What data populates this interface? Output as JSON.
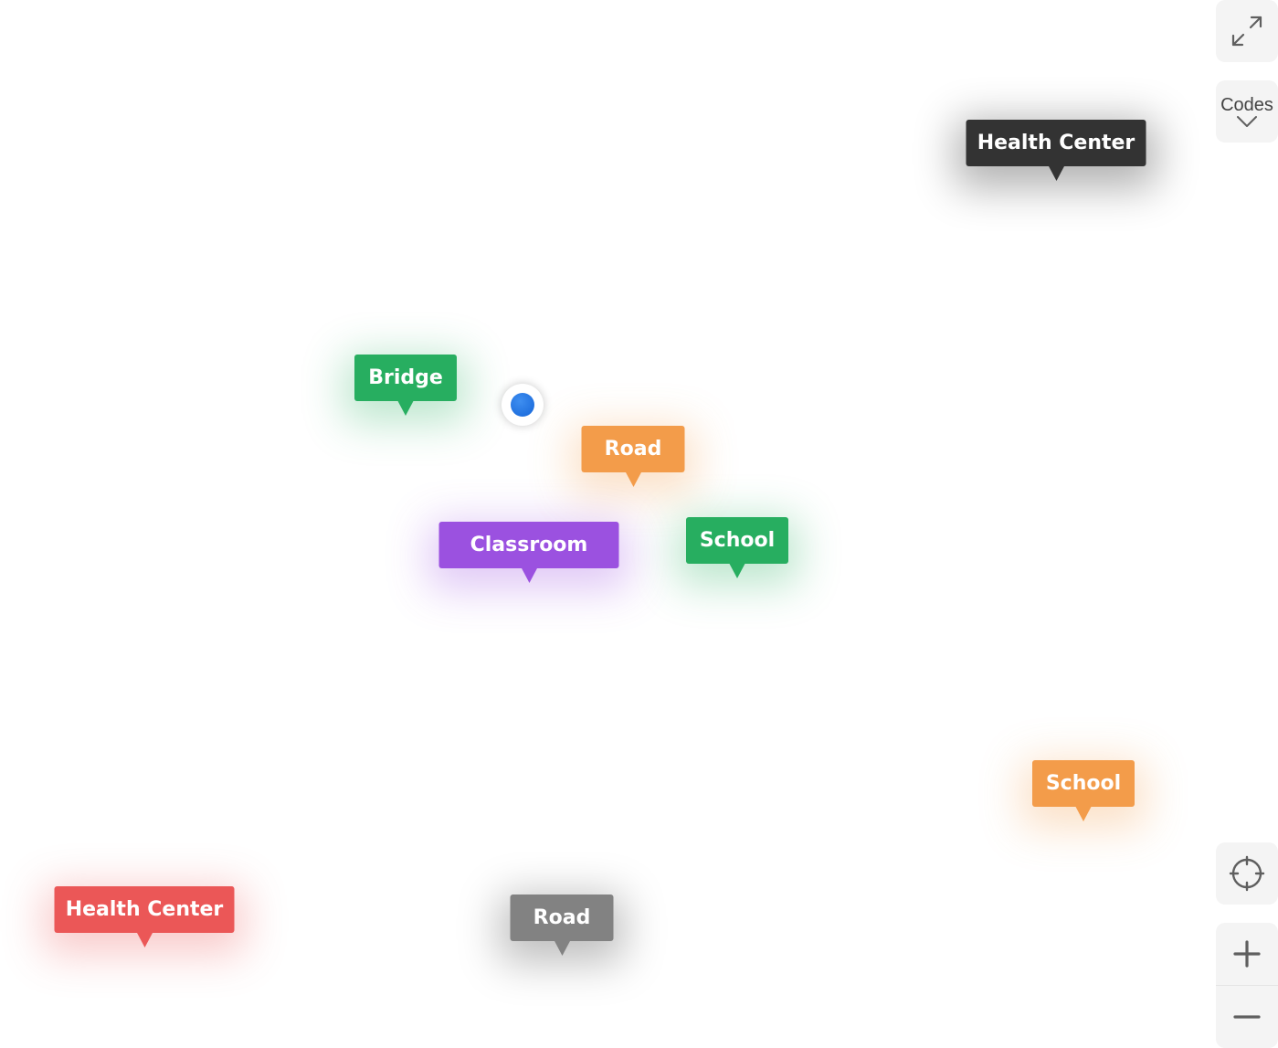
{
  "map": {
    "markers": [
      {
        "label": "Health Center",
        "color": "#333333"
      },
      {
        "label": "Bridge",
        "color": "#27ae60"
      },
      {
        "label": "Road",
        "color": "#f39c4a"
      },
      {
        "label": "Classroom",
        "color": "#9b51e0"
      },
      {
        "label": "School",
        "color": "#27ae60"
      },
      {
        "label": "School",
        "color": "#f39c4a"
      },
      {
        "label": "Health Center",
        "color": "#eb5757"
      },
      {
        "label": "Road",
        "color": "#828282"
      }
    ],
    "current_location": {
      "icon": "location-dot-icon",
      "color": "#1e74e8"
    }
  },
  "controls": {
    "fullscreen": {
      "icon": "expand-icon"
    },
    "codes": {
      "label": "Codes",
      "icon": "chevron-down-icon"
    },
    "locate": {
      "icon": "crosshair-icon"
    },
    "zoom_in": {
      "icon": "plus-icon"
    },
    "zoom_out": {
      "icon": "minus-icon"
    }
  }
}
